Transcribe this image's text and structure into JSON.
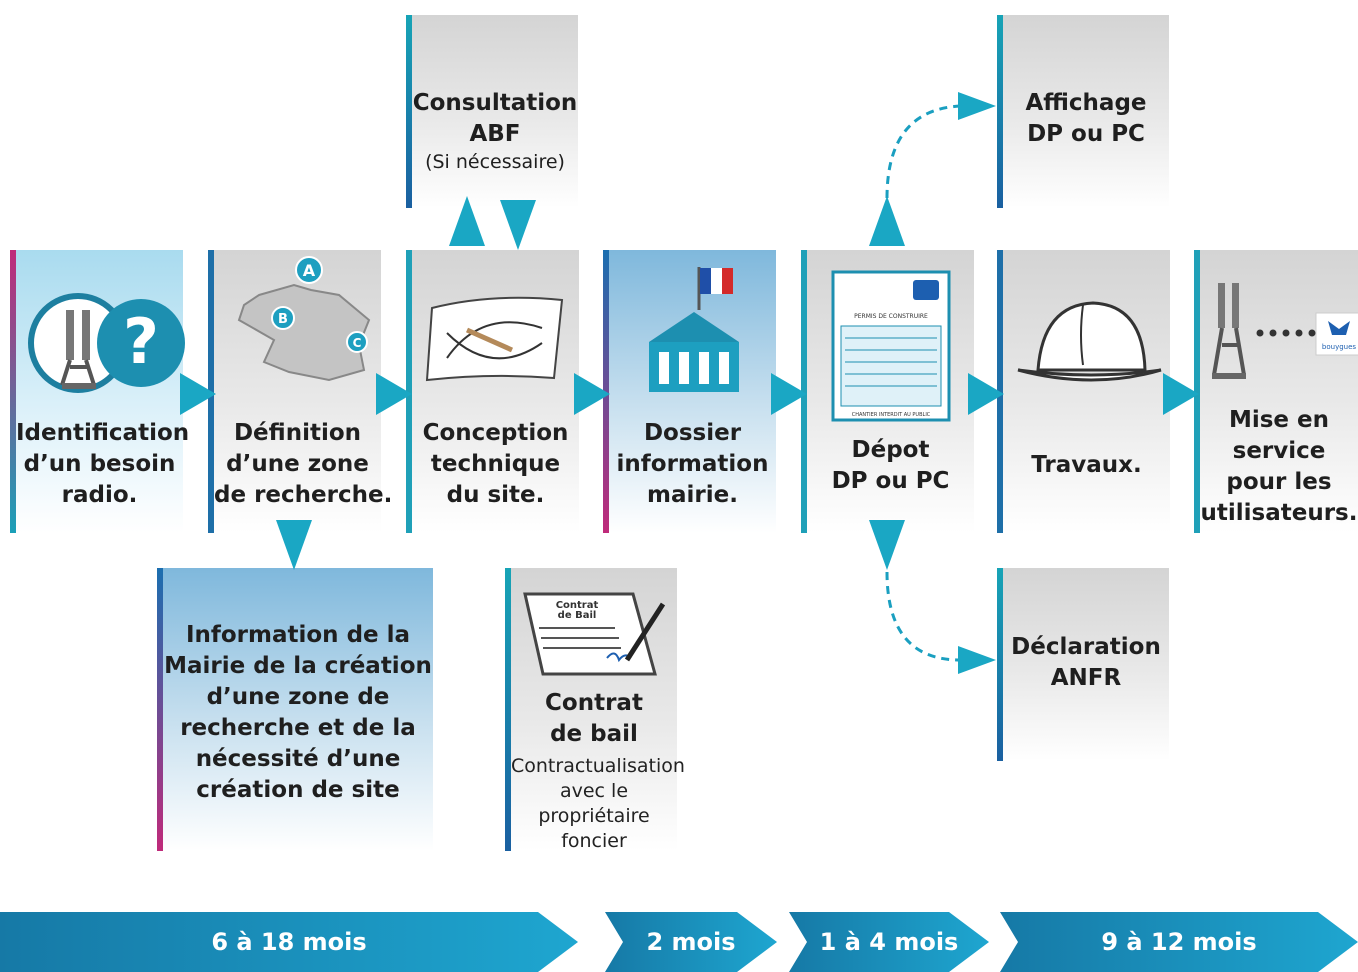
{
  "steps": {
    "identification": [
      "Identification",
      "d’un besoin",
      "radio."
    ],
    "definition": [
      "Définition",
      "d’une zone",
      "de recherche."
    ],
    "conception": [
      "Conception",
      "technique",
      "du site."
    ],
    "dossier": [
      "Dossier",
      "information",
      "mairie."
    ],
    "depot": [
      "Dépot",
      "DP ou PC"
    ],
    "travaux": [
      "Travaux."
    ],
    "mise_en_service": [
      "Mise en",
      "service",
      "pour les",
      "utilisateurs."
    ]
  },
  "side_steps": {
    "consultation": {
      "lines": [
        "Consultation",
        "ABF"
      ],
      "note": "(Si nécessaire)"
    },
    "affichage": [
      "Affichage",
      "DP ou PC"
    ],
    "declaration": [
      "Déclaration",
      "ANFR"
    ],
    "information_mairie": [
      "Information de la",
      "Mairie de la création",
      "d’une zone de",
      "recherche et de la",
      "nécessité d’une",
      "création de site"
    ],
    "contrat": {
      "lines": [
        "Contrat",
        "de bail"
      ],
      "note": [
        "Contractualisation",
        "avec le",
        "propriétaire",
        "foncier"
      ]
    }
  },
  "icon_text": {
    "map_pins": [
      "A",
      "B",
      "C"
    ],
    "form_header": "PERMIS DE CONSTRUIRE",
    "form_footer": "CHANTIER INTERDIT AU PUBLIC",
    "contrat_doc": [
      "Contrat",
      "de Bail"
    ],
    "brand": "bouygues"
  },
  "timeline": [
    "6 à 18 mois",
    "2 mois",
    "1 à 4 mois",
    "9 à 12 mois"
  ],
  "colors": {
    "accent": "#1aa7c4",
    "timeline": "#1679a6",
    "pink": "#b6287a",
    "dark_blue": "#1e6fa8"
  }
}
